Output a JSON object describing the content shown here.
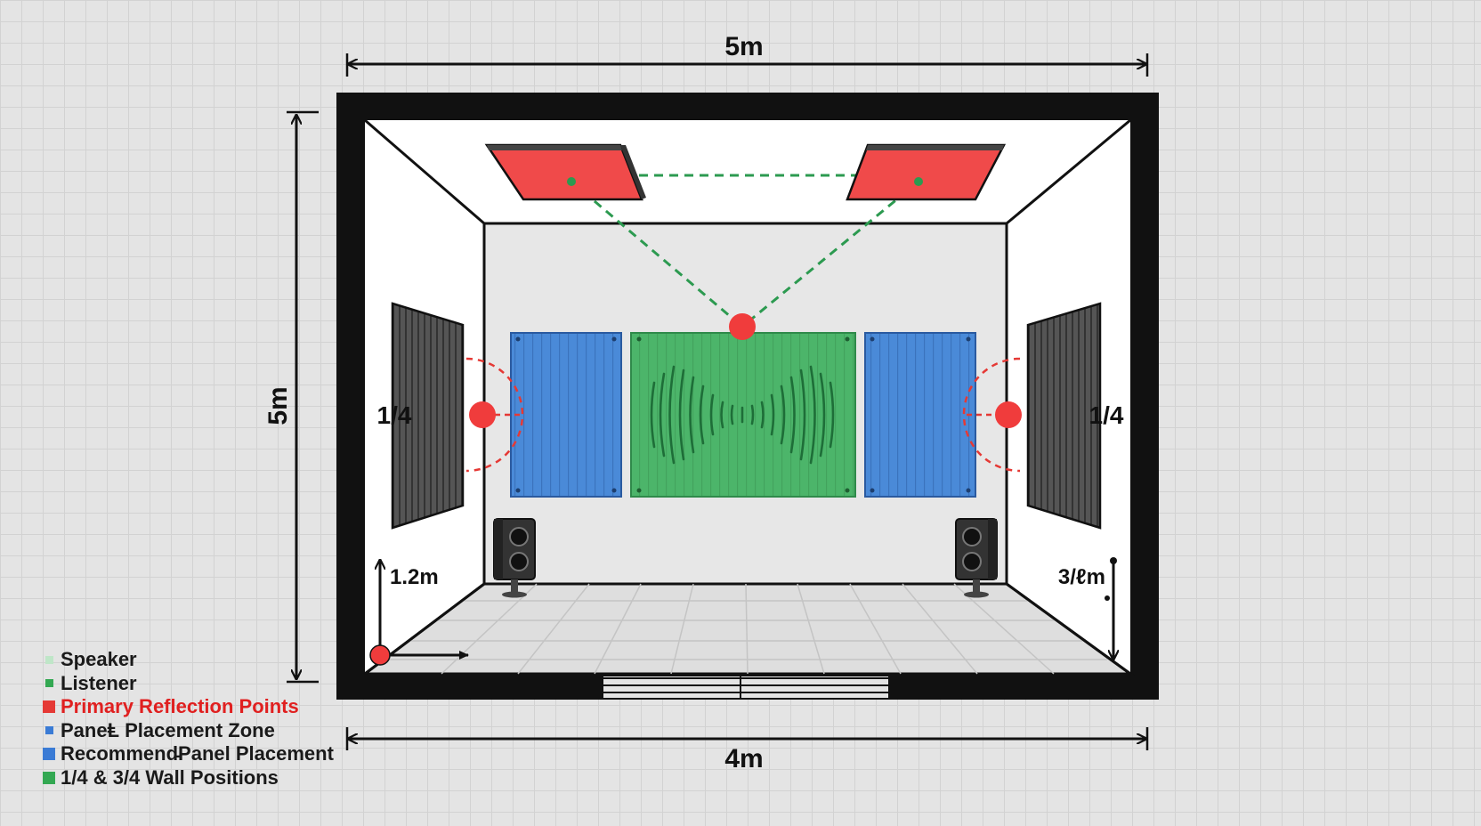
{
  "dimensions": {
    "top_width": "5m",
    "bottom_width": "4m",
    "side_depth": "5m"
  },
  "wall_markers": {
    "left_quarter": "1/4",
    "right_quarter": "1/4",
    "left_height": "1.2m",
    "right_height": "3/ℓm"
  },
  "legend": [
    {
      "label": "Speaker",
      "color": "#bfe6c8",
      "text_color": "#1a1a1a",
      "icon": "small-square"
    },
    {
      "label": "Listener",
      "color": "#33a852",
      "text_color": "#1a1a1a",
      "icon": "small-square"
    },
    {
      "label": "Primary Reflection Points",
      "color": "#e53935",
      "text_color": "#e02020",
      "icon": "square"
    },
    {
      "label": "PaneⱠ Placement Zone",
      "color": "#3a7bd5",
      "text_color": "#1a1a1a",
      "icon": "small-square"
    },
    {
      "label": "Recommend̵Panel Placement",
      "color": "#3a7bd5",
      "text_color": "#1a1a1a",
      "icon": "square"
    },
    {
      "label": "1/4 & 3/4 Wall Positions",
      "color": "#33a852",
      "text_color": "#1a1a1a",
      "icon": "square"
    }
  ],
  "colors": {
    "wall": "#111111",
    "reflection_panel": "#f04a4a",
    "reflection_point": "#f03c3c",
    "blue_panel": "#4a8ad8",
    "green_panel": "#4cb56a",
    "green_line": "#2c9a50",
    "side_panel": "#505050"
  }
}
